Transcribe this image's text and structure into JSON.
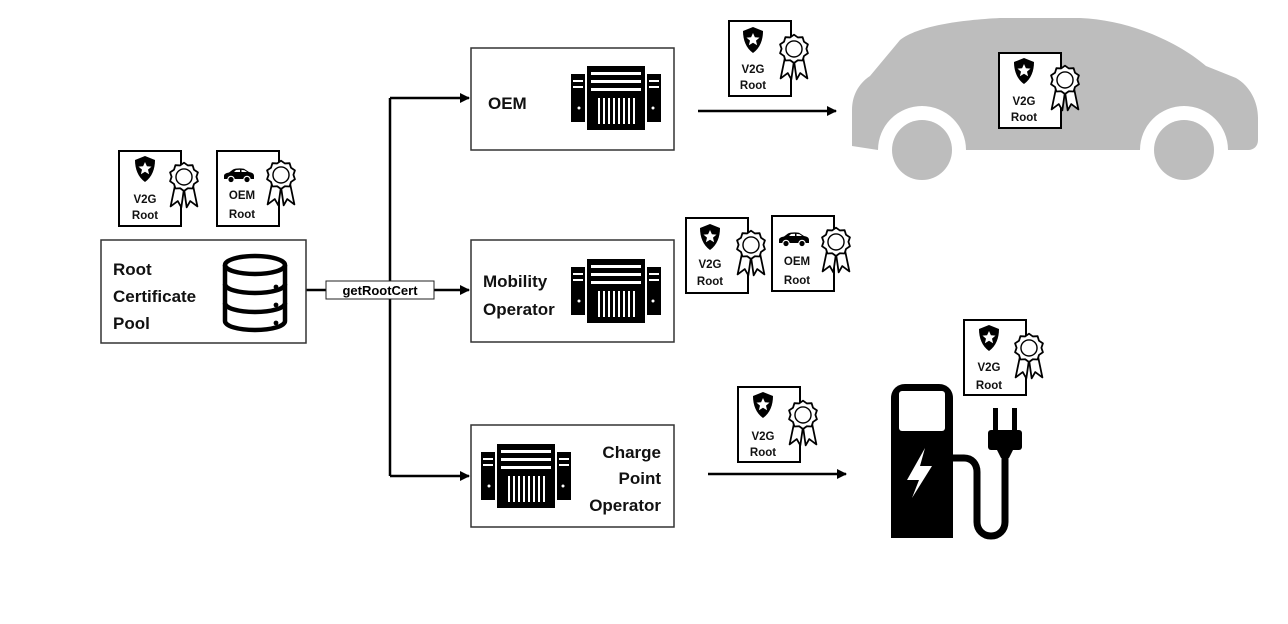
{
  "nodes": {
    "root_pool": {
      "lines": [
        "Root",
        "Certificate",
        "Pool"
      ]
    },
    "oem": {
      "lines": [
        "OEM"
      ]
    },
    "mobility_operator": {
      "lines": [
        "Mobility",
        "Operator"
      ]
    },
    "charge_point_operator": {
      "lines": [
        "Charge",
        "Point",
        "Operator"
      ]
    }
  },
  "edge_label": "getRootCert",
  "certificates": {
    "v2g_root": [
      "V2G",
      "Root"
    ],
    "oem_root": [
      "OEM",
      "Root"
    ]
  },
  "colors": {
    "line": "#000000",
    "box_border": "#333333",
    "car": "#bdbdbd",
    "charger": "#000000"
  },
  "icons": [
    "server-icon",
    "database-icon",
    "certificate-icon",
    "shield-star-icon",
    "car-icon",
    "rosette-icon",
    "charging-station-icon",
    "plug-icon",
    "lightning-bolt-icon"
  ]
}
